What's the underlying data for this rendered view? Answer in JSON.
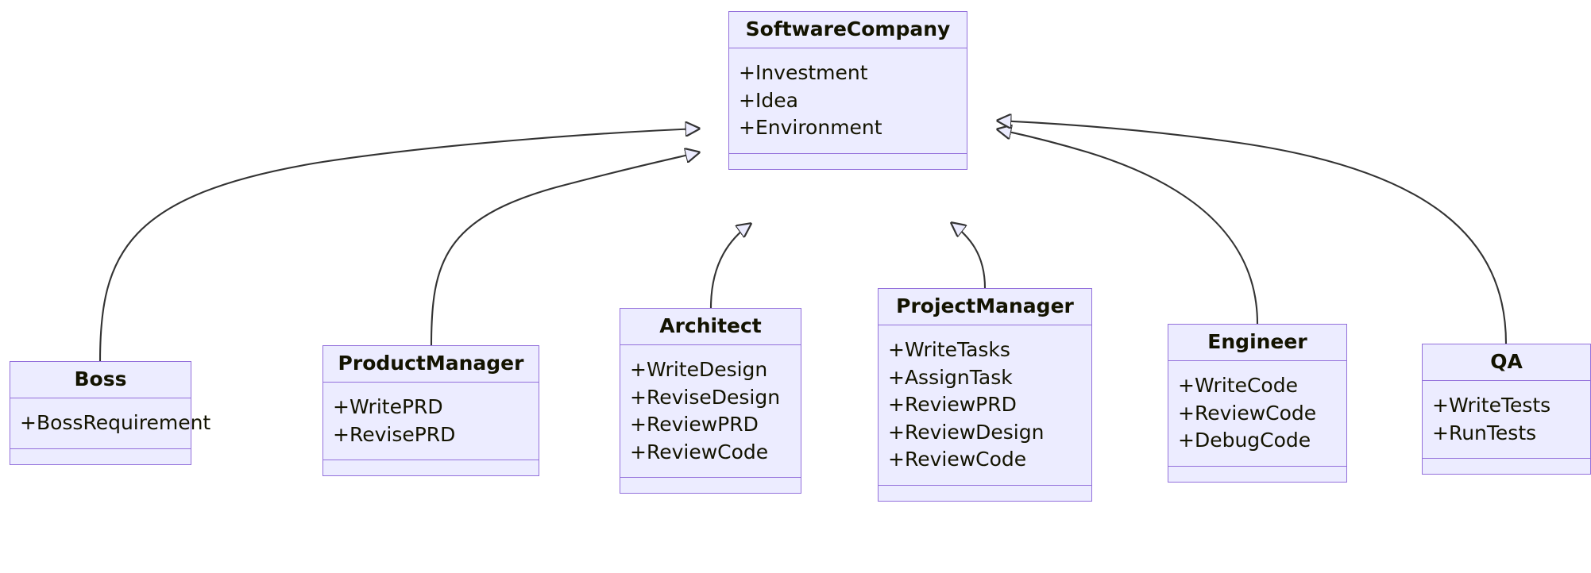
{
  "diagram": {
    "type": "uml-class-diagram",
    "title": "",
    "relationship": "generalization",
    "style": {
      "node_fill": "#ECECFF",
      "node_border": "#9370DB",
      "edge_color": "#333333",
      "text_color": "#131300",
      "background": "#ffffff"
    },
    "classes": [
      {
        "id": "software-company",
        "name": "SoftwareCompany",
        "attributes": [
          "+Investment",
          "+Idea",
          "+Environment"
        ],
        "methods": []
      },
      {
        "id": "boss",
        "name": "Boss",
        "attributes": [
          "+BossRequirement"
        ],
        "methods": []
      },
      {
        "id": "product-manager",
        "name": "ProductManager",
        "attributes": [
          "+WritePRD",
          "+RevisePRD"
        ],
        "methods": []
      },
      {
        "id": "architect",
        "name": "Architect",
        "attributes": [
          "+WriteDesign",
          "+ReviseDesign",
          "+ReviewPRD",
          "+ReviewCode"
        ],
        "methods": []
      },
      {
        "id": "project-manager",
        "name": "ProjectManager",
        "attributes": [
          "+WriteTasks",
          "+AssignTask",
          "+ReviewPRD",
          "+ReviewDesign",
          "+ReviewCode"
        ],
        "methods": []
      },
      {
        "id": "engineer",
        "name": "Engineer",
        "attributes": [
          "+WriteCode",
          "+ReviewCode",
          "+DebugCode"
        ],
        "methods": []
      },
      {
        "id": "qa",
        "name": "QA",
        "attributes": [
          "+WriteTests",
          "+RunTests"
        ],
        "methods": []
      }
    ],
    "edges": [
      {
        "from": "boss",
        "to": "software-company",
        "kind": "inheritance"
      },
      {
        "from": "product-manager",
        "to": "software-company",
        "kind": "inheritance"
      },
      {
        "from": "architect",
        "to": "software-company",
        "kind": "inheritance"
      },
      {
        "from": "project-manager",
        "to": "software-company",
        "kind": "inheritance"
      },
      {
        "from": "engineer",
        "to": "software-company",
        "kind": "inheritance"
      },
      {
        "from": "qa",
        "to": "software-company",
        "kind": "inheritance"
      }
    ]
  }
}
